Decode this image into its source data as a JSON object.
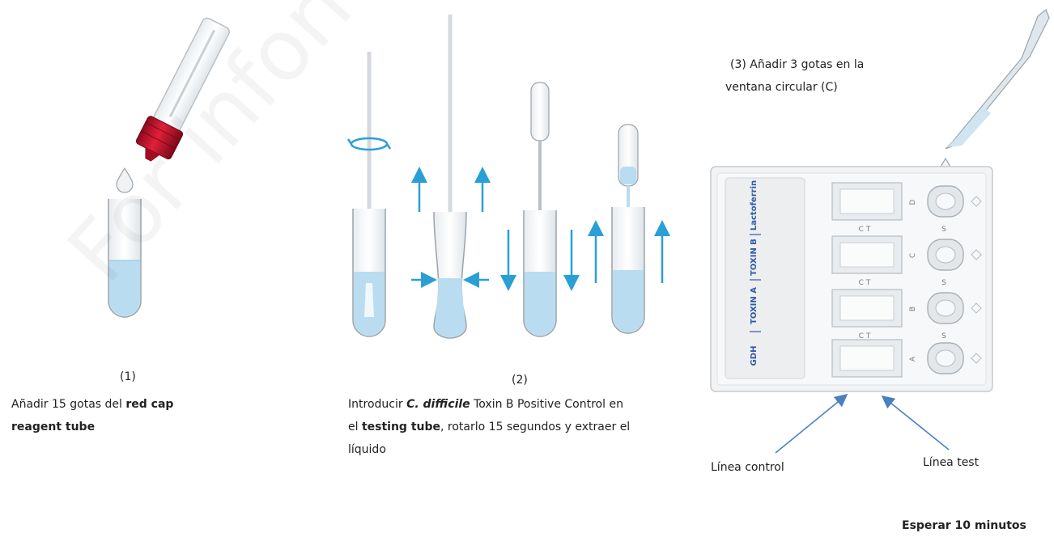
{
  "step1": {
    "number": "(1)",
    "text_a": "Añadir 15 gotas del ",
    "text_b": "red cap",
    "text_c": "reagent tube"
  },
  "step2": {
    "number": "(2)",
    "t1": "Introducir ",
    "t2": "C. difficile",
    "t3": " Toxin B Positive Control en",
    "t4": "el ",
    "t5": "testing tube",
    "t6": ", rotarlo 15 segundos y extraer el",
    "t7": "líquido"
  },
  "step3": {
    "line1": "(3) Añadir 3 gotas en la",
    "line2": "ventana circular (C)"
  },
  "cassette": {
    "labels": [
      "Lactoferrin",
      "TOXIN B",
      "TOXIN A",
      "GDH"
    ],
    "window_letters": [
      "D",
      "C",
      "B",
      "A"
    ],
    "ct_label": "C  T",
    "s_label": "S"
  },
  "callouts": {
    "control": "Línea control",
    "test": "Línea test"
  },
  "footer": "Esperar 10 minutos",
  "watermark": "For information purposes",
  "colors": {
    "arrow": "#2a9fd6",
    "cap": "#c8102e",
    "liquid": "#b9dcf0",
    "callout": "#4a7fc1"
  }
}
